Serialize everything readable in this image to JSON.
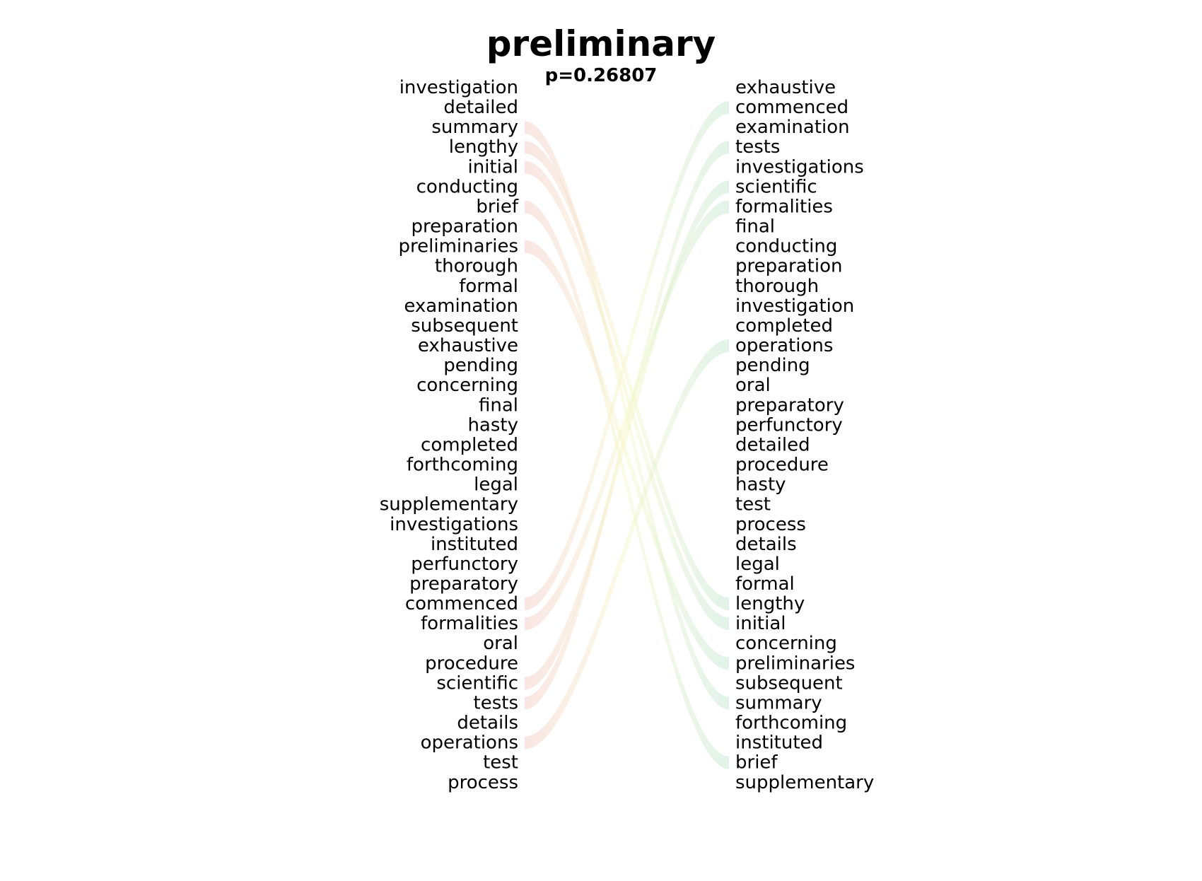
{
  "title": "preliminary",
  "subtitle": "p=0.26807",
  "colors": {
    "left_band": "#f2c7c4",
    "right_band": "#bfe3cf",
    "mid_band": "#f4f7c6"
  },
  "left_words": [
    "investigation",
    "detailed",
    "summary",
    "lengthy",
    "initial",
    "conducting",
    "brief",
    "preparation",
    "preliminaries",
    "thorough",
    "formal",
    "examination",
    "subsequent",
    "exhaustive",
    "pending",
    "concerning",
    "final",
    "hasty",
    "completed",
    "forthcoming",
    "legal",
    "supplementary",
    "investigations",
    "instituted",
    "perfunctory",
    "preparatory",
    "commenced",
    "formalities",
    "oral",
    "procedure",
    "scientific",
    "tests",
    "details",
    "operations",
    "test",
    "process"
  ],
  "right_words": [
    "exhaustive",
    "commenced",
    "examination",
    "tests",
    "investigations",
    "scientific",
    "formalities",
    "final",
    "conducting",
    "preparation",
    "thorough",
    "investigation",
    "completed",
    "operations",
    "pending",
    "oral",
    "preparatory",
    "perfunctory",
    "detailed",
    "procedure",
    "hasty",
    "test",
    "process",
    "details",
    "legal",
    "formal",
    "lengthy",
    "initial",
    "concerning",
    "preliminaries",
    "subsequent",
    "summary",
    "forthcoming",
    "instituted",
    "brief",
    "supplementary"
  ],
  "links": [
    {
      "from": "summary",
      "to": "summary"
    },
    {
      "from": "lengthy",
      "to": "lengthy"
    },
    {
      "from": "initial",
      "to": "initial"
    },
    {
      "from": "brief",
      "to": "brief"
    },
    {
      "from": "preliminaries",
      "to": "preliminaries"
    },
    {
      "from": "commenced",
      "to": "commenced"
    },
    {
      "from": "formalities",
      "to": "formalities"
    },
    {
      "from": "scientific",
      "to": "scientific"
    },
    {
      "from": "tests",
      "to": "tests"
    },
    {
      "from": "operations",
      "to": "operations"
    }
  ]
}
